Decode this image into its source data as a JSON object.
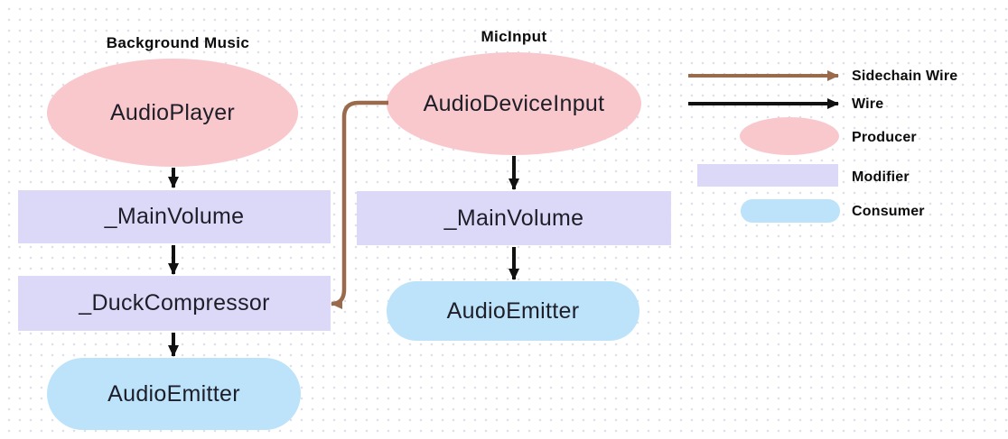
{
  "diagram": {
    "chains": [
      {
        "title": "Background Music",
        "nodes": [
          {
            "label": "AudioPlayer",
            "type": "producer"
          },
          {
            "label": "_MainVolume",
            "type": "modifier"
          },
          {
            "label": "_DuckCompressor",
            "type": "modifier"
          },
          {
            "label": "AudioEmitter",
            "type": "consumer"
          }
        ]
      },
      {
        "title": "MicInput",
        "nodes": [
          {
            "label": "AudioDeviceInput",
            "type": "producer"
          },
          {
            "label": "_MainVolume",
            "type": "modifier"
          },
          {
            "label": "AudioEmitter",
            "type": "consumer"
          }
        ]
      }
    ],
    "connections": [
      {
        "from": "AudioPlayer",
        "to": "_MainVolume (Background Music)",
        "type": "wire"
      },
      {
        "from": "_MainVolume (Background Music)",
        "to": "_DuckCompressor",
        "type": "wire"
      },
      {
        "from": "_DuckCompressor",
        "to": "AudioEmitter (Background Music)",
        "type": "wire"
      },
      {
        "from": "AudioDeviceInput",
        "to": "_MainVolume (MicInput)",
        "type": "wire"
      },
      {
        "from": "_MainVolume (MicInput)",
        "to": "AudioEmitter (MicInput)",
        "type": "wire"
      },
      {
        "from": "AudioDeviceInput",
        "to": "_DuckCompressor",
        "type": "sidechain-wire"
      }
    ],
    "legend": {
      "items": [
        {
          "label": "Sidechain Wire",
          "type": "sidechain-wire"
        },
        {
          "label": "Wire",
          "type": "wire"
        },
        {
          "label": "Producer",
          "type": "producer"
        },
        {
          "label": "Modifier",
          "type": "modifier"
        },
        {
          "label": "Consumer",
          "type": "consumer"
        }
      ]
    },
    "colors": {
      "producer": "#f9c8cc",
      "modifier": "#dcd9f8",
      "consumer": "#bce3fa",
      "sidechain_wire": "#9a6a4d",
      "wire": "#111111"
    }
  }
}
